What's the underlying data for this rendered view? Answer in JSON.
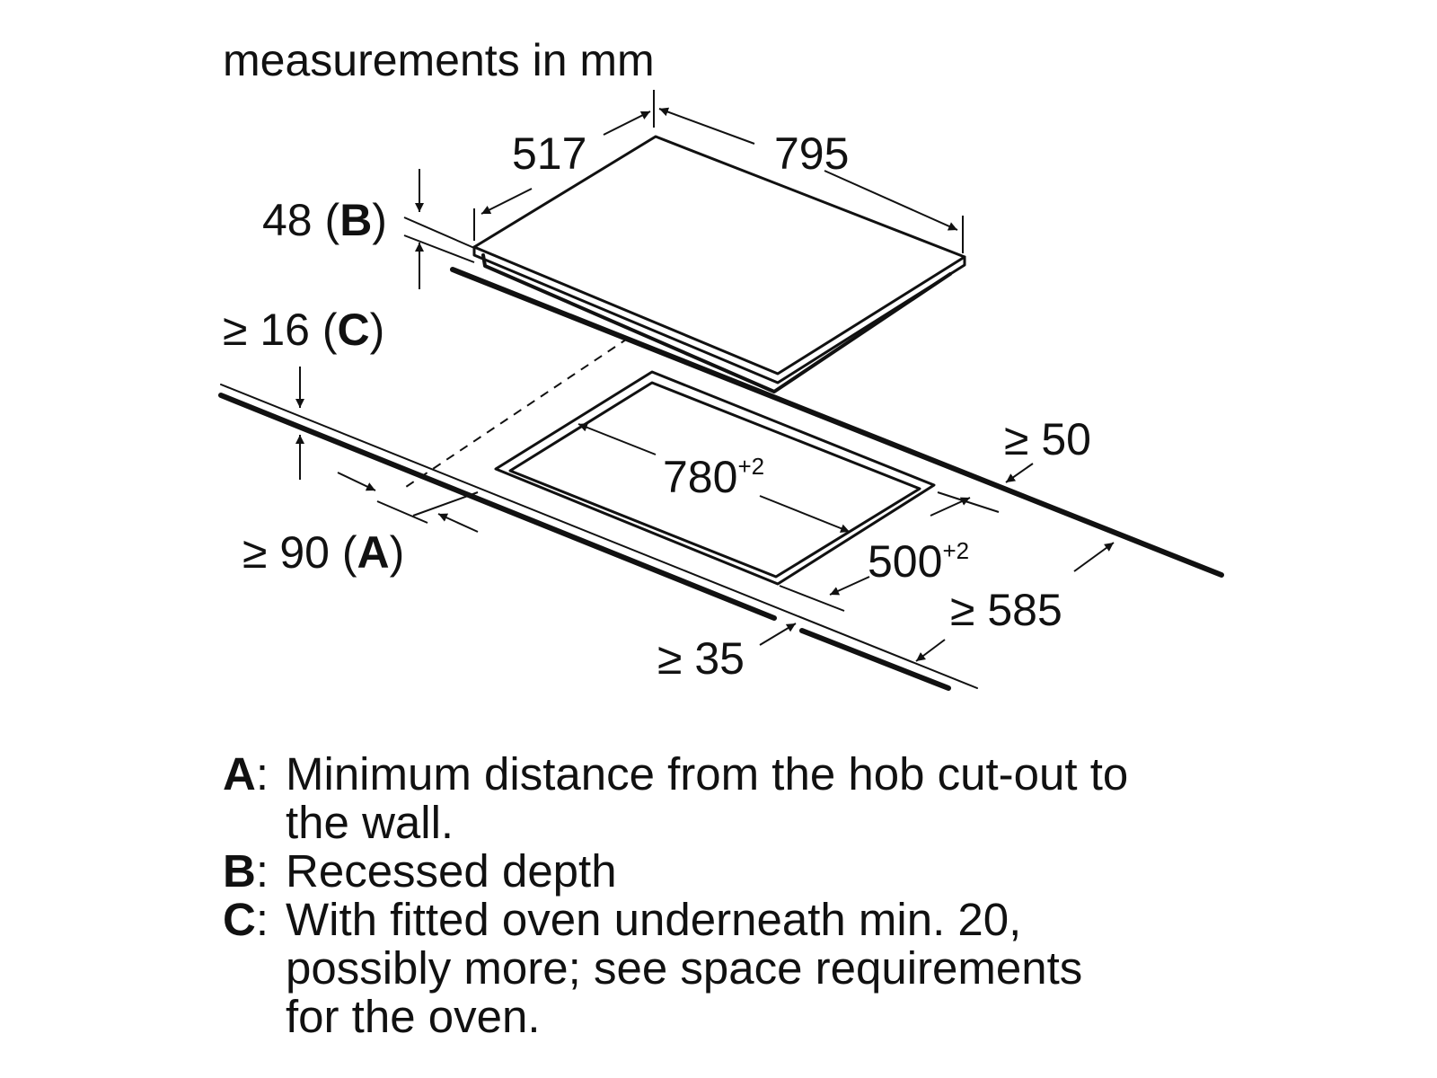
{
  "title": "measurements in mm",
  "dimensions": {
    "depth": "517",
    "width": "795",
    "recessed": {
      "value": "48",
      "letter": "B"
    },
    "clearance_c": {
      "prefix": "≥ 16",
      "letter": "C"
    },
    "clearance_a": {
      "prefix": "≥ 90",
      "letter": "A"
    },
    "cutout_width": {
      "value": "780",
      "tolerance": "+2"
    },
    "cutout_depth": {
      "value": "500",
      "tolerance": "+2"
    },
    "rear_min": "≥ 50",
    "front_min": "≥ 35",
    "worktop_min": "≥ 585"
  },
  "legend": [
    {
      "letter": "A",
      "text": "Minimum distance from the hob cut-out to the wall."
    },
    {
      "letter": "B",
      "text": "Recessed depth"
    },
    {
      "letter": "C",
      "text": "With fitted oven underneath min. 20, possibly more; see space requirements for the oven."
    }
  ],
  "colors": {
    "ink": "#111111",
    "background": "#ffffff"
  }
}
